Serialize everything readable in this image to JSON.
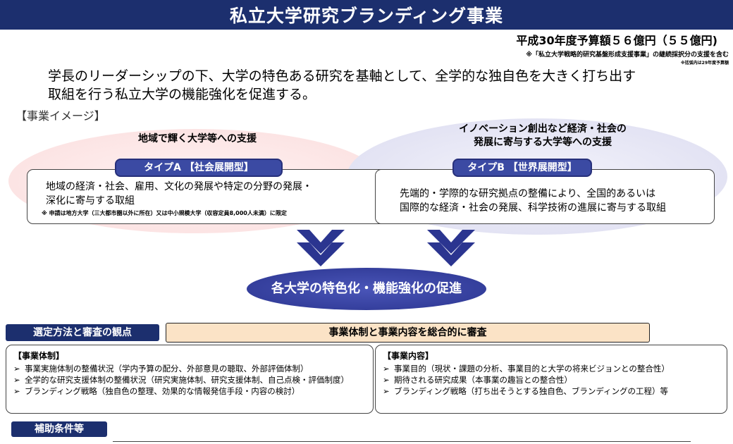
{
  "header": {
    "title": "私立大学研究ブランディング事業",
    "budget": "平成30年度予算額５６億円（５５億円)",
    "note1": "※「私立大学戦略的研究基盤形成支援事業」の継続採択分の支援を含む",
    "note2": "※括弧内は29年度予算額"
  },
  "intro": {
    "line1": "学長のリーダーシップの下、大学の特色ある研究を基軸として、全学的な独自色を大きく打ち出す",
    "line2": "取組を行う私立大学の機能強化を促進する。"
  },
  "image_label": "【事業イメージ】",
  "left": {
    "heading": "地域で輝く大学等への支援",
    "type_label": "タイプA 【社会展開型】",
    "line1": "地域の経済・社会、雇用、文化の発展や特定の分野の発展・",
    "line2": "深化に寄与する取組",
    "note": "※ 申請は地方大学（三大都市圏以外に所在）又は中小規模大学（収容定員8,000人未満）に限定"
  },
  "right": {
    "heading_line1": "イノベーション創出など経済・社会の",
    "heading_line2": "発展に寄与する大学等への支援",
    "type_label": "タイプB 【世界展開型】",
    "line1": "先端的・学際的な研究拠点の整備により、全国的あるいは",
    "line2": "国際的な経済・社会の発展、科学技術の進展に寄与する取組"
  },
  "promotion": "各大学の特色化・機能強化の促進",
  "selection": {
    "tag": "選定方法と審査の観点",
    "banner": "事業体制と事業内容を総合的に審査"
  },
  "criteria_left": {
    "title": "【事業体制】",
    "items": [
      "事業実施体制の整備状況（学内予算の配分、外部意見の聴取、外部評価体制）",
      "全学的な研究支援体制の整備状況（研究実施体制、研究支援体制、自己点検・評価制度）",
      "ブランディング戦略（独自色の整理、効果的な情報発信手段・内容の検討）"
    ]
  },
  "criteria_right": {
    "title": "【事業内容】",
    "items": [
      "事業目的（現状・課題の分析、事業目的と大学の将来ビジョンとの整合性）",
      "期待される研究成果（本事業の趣旨との整合性）",
      "ブランディング戦略（打ち出そうとする独自色、ブランディングの工程）等"
    ]
  },
  "subsidy_tag": "補助条件等",
  "arrow_glyph": "➢",
  "colors": {
    "navy": "#1c2f6e",
    "pill_blue": "#3b4aa3",
    "orange_band": "#fbe3c6",
    "pink_ellipse": "#fbdede",
    "lavender_ellipse": "#dcdcf0"
  }
}
